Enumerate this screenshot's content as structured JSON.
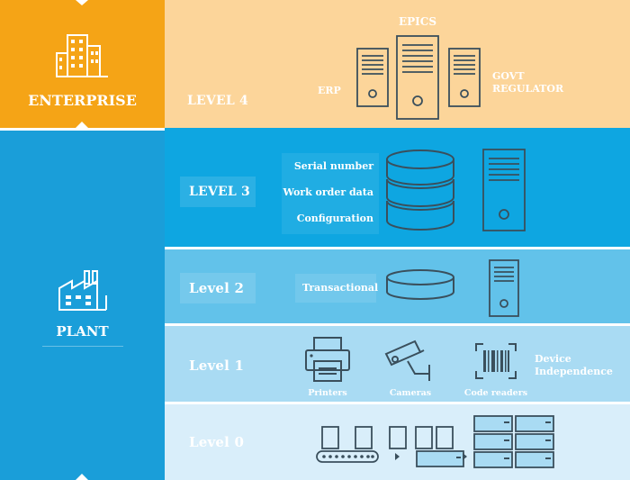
{
  "sidebar": {
    "enterprise": {
      "label": "ENTERPRISE",
      "icon": "office-building-icon"
    },
    "plant": {
      "label": "PLANT",
      "icon": "factory-icon"
    }
  },
  "levels": {
    "level4": {
      "label": "LEVEL 4",
      "systems": {
        "center": "EPICS",
        "left": "ERP",
        "right": "GOVT REGULATOR"
      }
    },
    "level3": {
      "label": "LEVEL 3",
      "data_items": [
        "Serial number",
        "Work order data",
        "Configuration"
      ]
    },
    "level2": {
      "label": "Level 2",
      "data_item": "Transactional"
    },
    "level1": {
      "label": "Level 1",
      "devices": [
        "Printers",
        "Cameras",
        "Code readers"
      ],
      "note": "Device Independence"
    },
    "level0": {
      "label": "Level 0"
    }
  },
  "colors": {
    "enterprise_orange": "#f5a416",
    "level4_bg": "#fcd59a",
    "plant_blue": "#1a9ed9",
    "level3_bg": "#0ea6e1",
    "level2_bg": "#62c2ea",
    "level1_bg": "#a9dbf3",
    "level0_bg": "#d9eefa",
    "icon_stroke": "#3a4f5c"
  }
}
